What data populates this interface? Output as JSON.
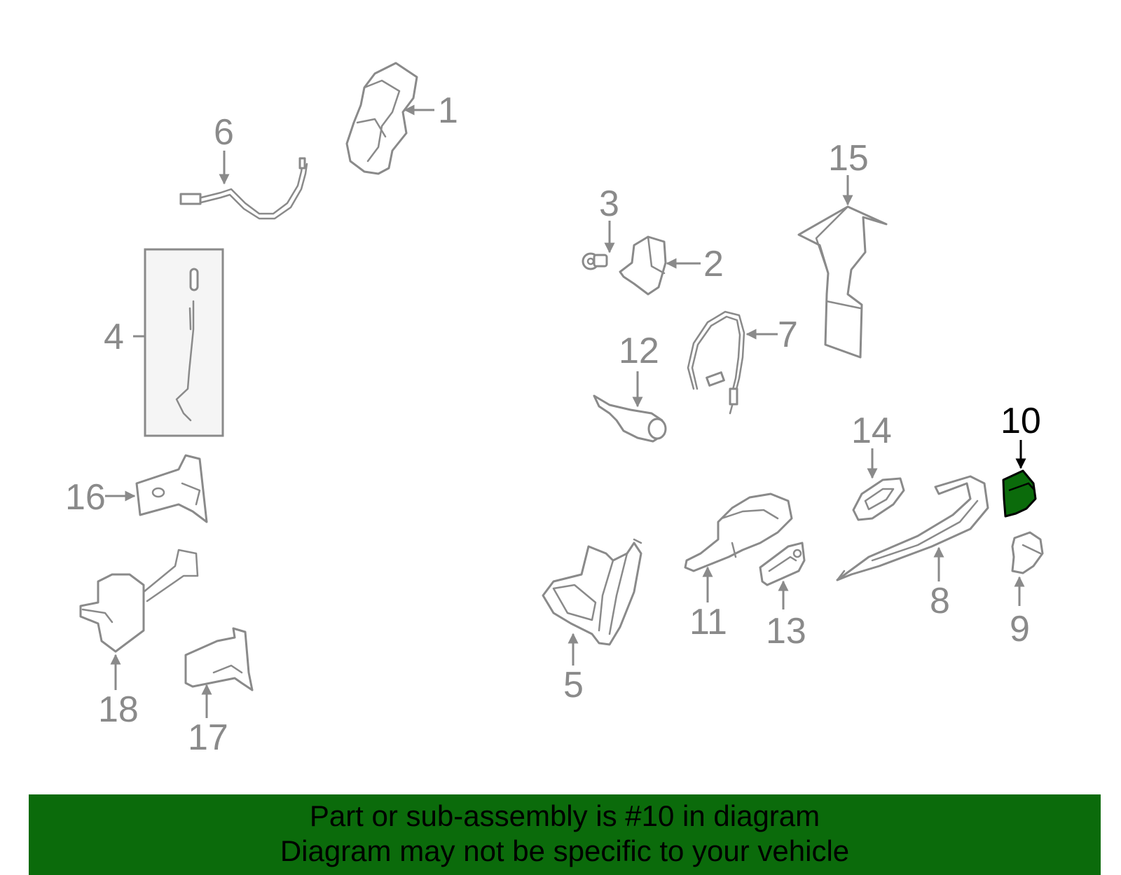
{
  "diagram": {
    "highlight_color": "#0b6b0b",
    "callouts": [
      "1",
      "2",
      "3",
      "4",
      "5",
      "6",
      "7",
      "8",
      "9",
      "10",
      "11",
      "12",
      "13",
      "14",
      "15",
      "16",
      "17",
      "18"
    ],
    "highlighted_part": "10"
  },
  "banner": {
    "line1": "Part or sub-assembly is #10 in diagram",
    "line2": "Diagram may not be specific to your vehicle",
    "background": "#0b6b0b"
  }
}
